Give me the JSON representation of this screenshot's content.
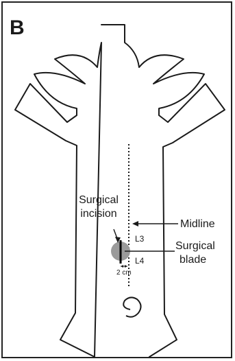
{
  "panel_label": "B",
  "labels": {
    "surgical_incision_line1": "Surgical",
    "surgical_incision_line2": "incision",
    "midline": "Midline",
    "surgical_blade_line1": "Surgical",
    "surgical_blade_line2": "blade",
    "vertebra_upper": "L3",
    "vertebra_lower": "L4",
    "distance": "2 cm"
  },
  "colors": {
    "outline": "#1a1a1a",
    "incision_marker": "#9a9a9a",
    "frame": "#222222"
  }
}
